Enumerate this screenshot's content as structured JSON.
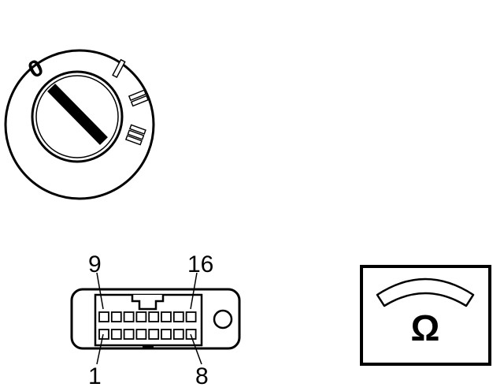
{
  "ignition_switch": {
    "position_off": "0",
    "position_1": "I",
    "position_2": "II",
    "position_3": "III"
  },
  "connector": {
    "pin_top_left": "9",
    "pin_top_right": "16",
    "pin_bottom_left": "1",
    "pin_bottom_right": "8",
    "pins_per_row": 8
  },
  "ohmmeter": {
    "unit_symbol": "Ω"
  }
}
